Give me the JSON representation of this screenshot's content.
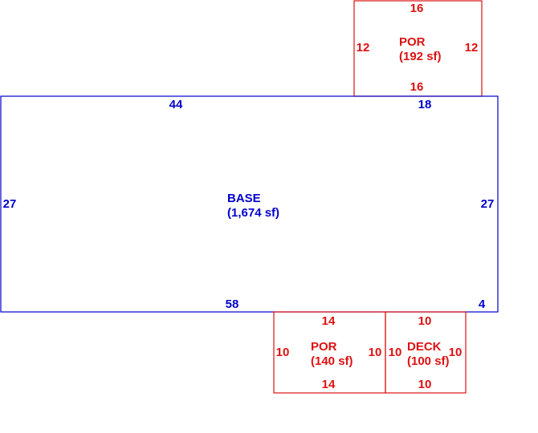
{
  "colors": {
    "base": "#0000cc",
    "addition": "#dd1111",
    "background": "#ffffff"
  },
  "areas": [
    {
      "id": "base",
      "name": "BASE",
      "size": "(1,674 sf)",
      "color": "base",
      "dims": [
        "44",
        "18",
        "27",
        "27",
        "58",
        "4"
      ]
    },
    {
      "id": "porch-top",
      "name": "POR",
      "size": "(192 sf)",
      "color": "addition",
      "dims": [
        "16",
        "16",
        "12",
        "12"
      ]
    },
    {
      "id": "porch-bottom",
      "name": "POR",
      "size": "(140 sf)",
      "color": "addition",
      "dims": [
        "14",
        "14",
        "10",
        "10"
      ]
    },
    {
      "id": "deck",
      "name": "DECK",
      "size": "(100 sf)",
      "color": "addition",
      "dims": [
        "10",
        "10",
        "10",
        "10"
      ]
    }
  ]
}
